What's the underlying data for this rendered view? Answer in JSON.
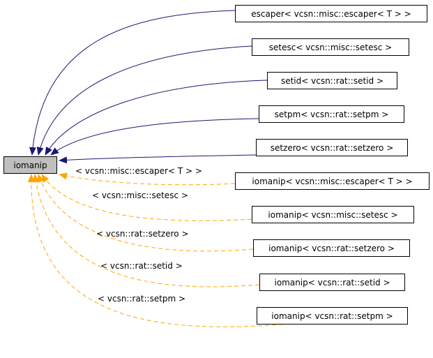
{
  "root": {
    "label": "iomanip"
  },
  "inherit_nodes": [
    {
      "label": "escaper< vcsn::misc::escaper< T > >"
    },
    {
      "label": "setesc< vcsn::misc::setesc >"
    },
    {
      "label": "setid< vcsn::rat::setid >"
    },
    {
      "label": "setpm< vcsn::rat::setpm >"
    },
    {
      "label": "setzero< vcsn::rat::setzero >"
    }
  ],
  "template_nodes": [
    {
      "label": "iomanip< vcsn::misc::escaper< T > >",
      "edge_label": "< vcsn::misc::escaper< T > >"
    },
    {
      "label": "iomanip< vcsn::misc::setesc >",
      "edge_label": "< vcsn::misc::setesc >"
    },
    {
      "label": "iomanip< vcsn::rat::setzero >",
      "edge_label": "< vcsn::rat::setzero >"
    },
    {
      "label": "iomanip< vcsn::rat::setid >",
      "edge_label": "< vcsn::rat::setid >"
    },
    {
      "label": "iomanip< vcsn::rat::setpm >",
      "edge_label": "< vcsn::rat::setpm >"
    }
  ],
  "colors": {
    "inherit_edge": "#191970",
    "template_edge": "#ffa500",
    "root_fill": "#bfbfbf"
  }
}
